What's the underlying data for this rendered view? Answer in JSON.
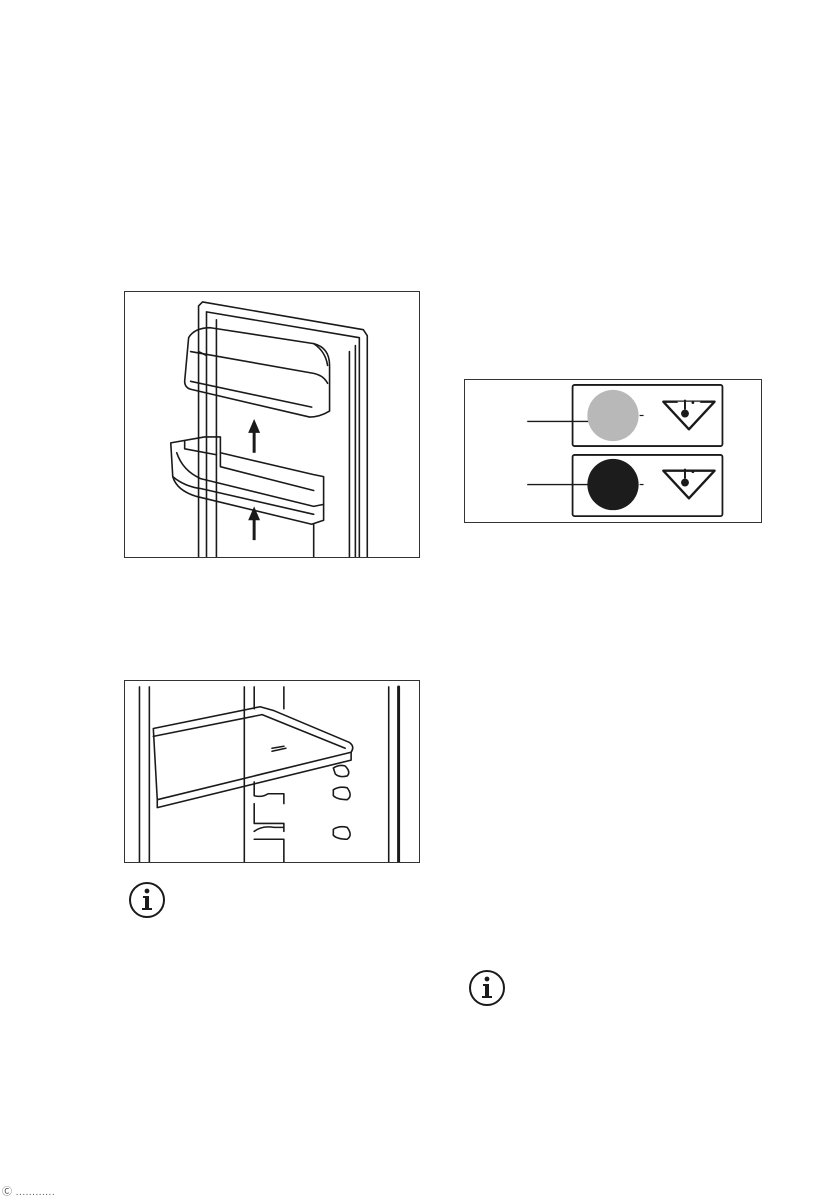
{
  "figures": [
    {
      "id": "door-bins",
      "description_icon": "door-bin-install-illustration"
    },
    {
      "id": "shelf",
      "description_icon": "glass-shelf-illustration"
    },
    {
      "id": "indicator",
      "description_icon": "temperature-indicator-illustration"
    }
  ],
  "indicator": {
    "states": [
      {
        "color": "#b8b8b8",
        "icon": "thermometer-warning-icon"
      },
      {
        "color": "#1c1c1c",
        "icon": "thermometer-warning-icon"
      }
    ]
  },
  "info_icons": [
    "info-icon",
    "info-icon"
  ],
  "footer": {
    "text": "Ⓒ ............"
  }
}
